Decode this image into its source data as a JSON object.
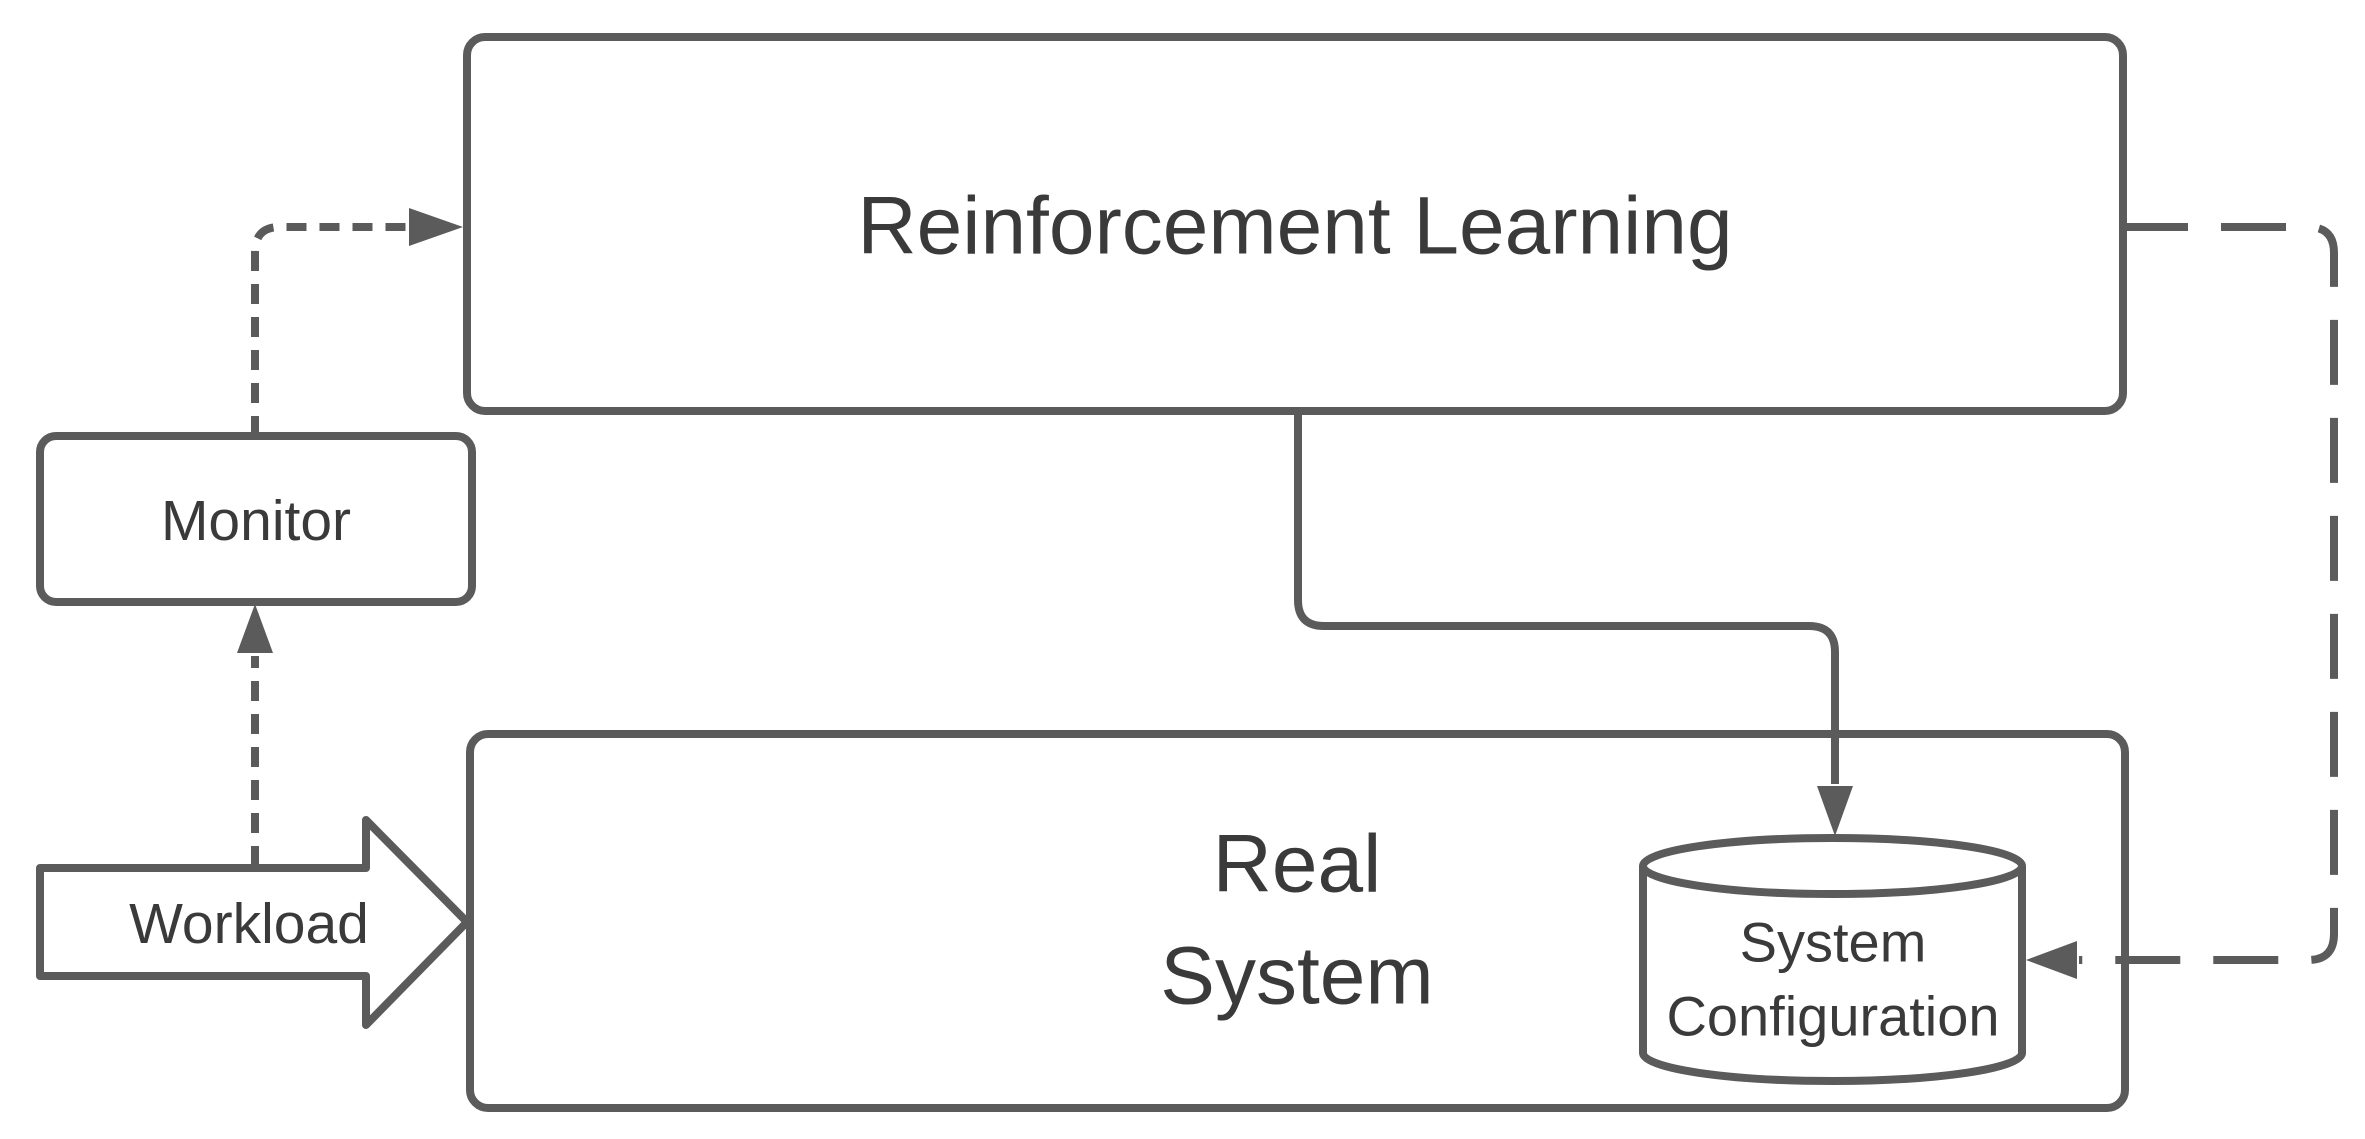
{
  "diagram": {
    "colors": {
      "stroke": "#5b5b5b",
      "text": "#3a3a3a",
      "shape_fill": "#ffffff",
      "background": "#ffffff"
    },
    "nodes": {
      "reinforcement_learning": {
        "label": "Reinforcement Learning",
        "shape": "rounded-rectangle"
      },
      "real_system": {
        "label_lines": [
          "Real",
          "System"
        ],
        "shape": "rounded-rectangle"
      },
      "monitor": {
        "label": "Monitor",
        "shape": "rounded-rectangle"
      },
      "workload": {
        "label": "Workload",
        "shape": "right-block-arrow"
      },
      "system_configuration": {
        "label_lines": [
          "System",
          "Configuration"
        ],
        "shape": "cylinder"
      }
    },
    "edges": [
      {
        "from": "workload",
        "to": "monitor",
        "style": "dashed",
        "arrow": "filled-triangle-up"
      },
      {
        "from": "monitor",
        "to": "reinforcement_learning",
        "style": "dashed",
        "arrow": "filled-triangle-right"
      },
      {
        "from": "reinforcement_learning",
        "to": "system_configuration",
        "style": "solid",
        "arrow": "filled-triangle-down"
      },
      {
        "from": "reinforcement_learning",
        "to": "system_configuration",
        "style": "long-dashed",
        "arrow": "filled-triangle-left"
      }
    ]
  }
}
